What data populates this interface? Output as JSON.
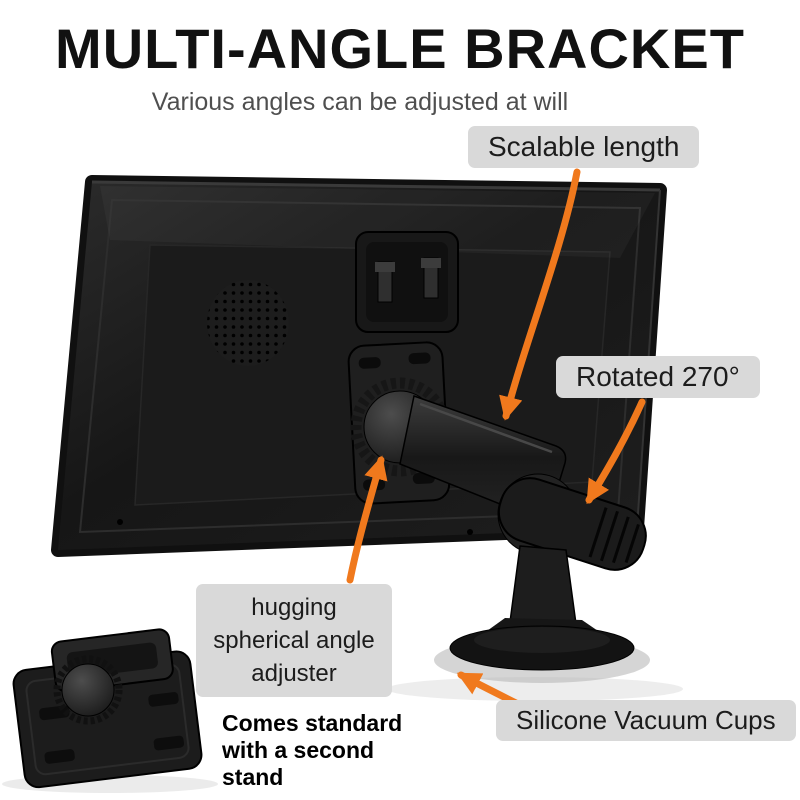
{
  "header": {
    "title": "MULTI-ANGLE BRACKET",
    "subtitle": "Various angles can be adjusted at will"
  },
  "callouts": {
    "scalable_length": "Scalable length",
    "rotated": "Rotated 270°",
    "angle_adjuster": "hugging spherical angle adjuster",
    "vacuum_cups": "Silicone Vacuum Cups",
    "second_stand": "Comes standard with a second stand"
  },
  "colors": {
    "accent": "#f0791d",
    "callout_bg": "#d9d9d9",
    "title_color": "#111111",
    "subtitle_color": "#4f4f4f"
  }
}
